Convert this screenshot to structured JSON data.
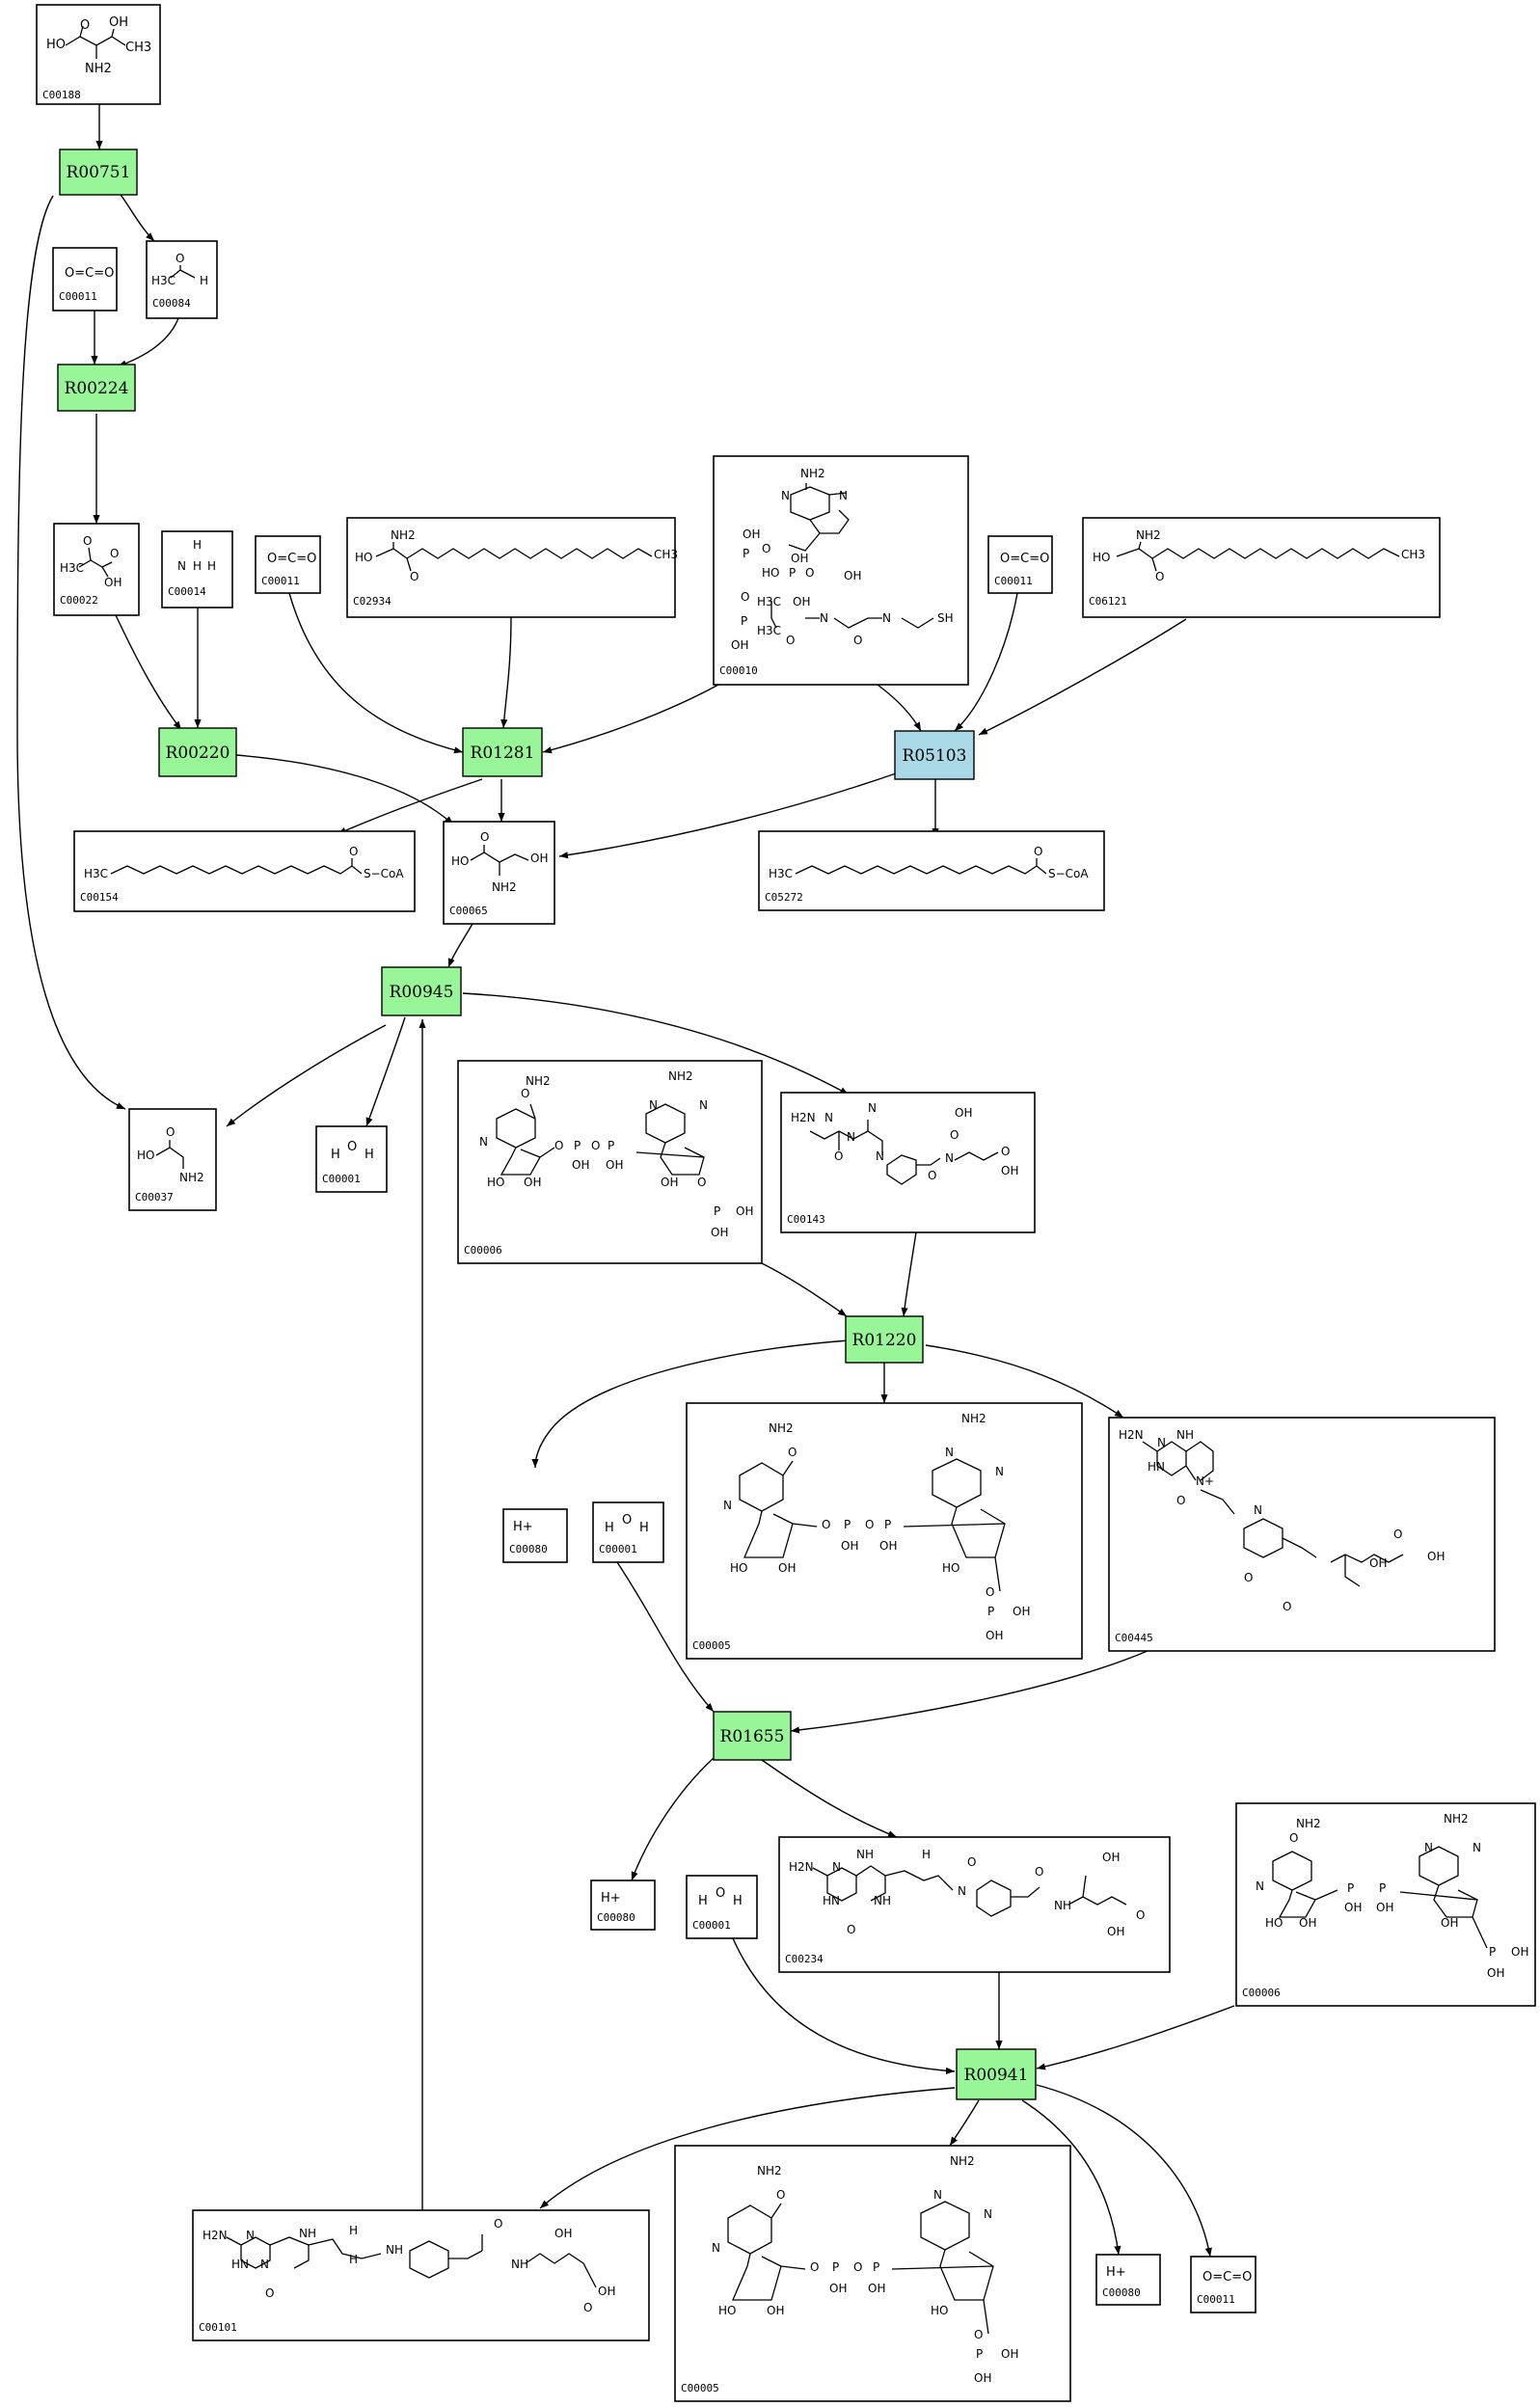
{
  "diagram": {
    "colors": {
      "reaction_default": "#98f698",
      "reaction_highlight": "#a9d8e6",
      "line": "#000000"
    },
    "reactions": {
      "R00751": {
        "label": "R00751",
        "color": "#98f698"
      },
      "R00224": {
        "label": "R00224",
        "color": "#98f698"
      },
      "R00220": {
        "label": "R00220",
        "color": "#98f698"
      },
      "R01281": {
        "label": "R01281",
        "color": "#98f698"
      },
      "R05103": {
        "label": "R05103",
        "color": "#a9d8e6"
      },
      "R00945": {
        "label": "R00945",
        "color": "#98f698"
      },
      "R01220": {
        "label": "R01220",
        "color": "#98f698"
      },
      "R01655": {
        "label": "R01655",
        "color": "#98f698"
      },
      "R00941": {
        "label": "R00941",
        "color": "#98f698"
      }
    },
    "compounds": {
      "C00188": {
        "id": "C00188",
        "formula": "HO-C(=O)-CH(NH2)-CH(OH)-CH3",
        "labels": [
          "HO",
          "O",
          "OH",
          "NH2",
          "CH3"
        ]
      },
      "C00011_a": {
        "id": "C00011",
        "labels": [
          "O=C=O"
        ]
      },
      "C00084": {
        "id": "C00084",
        "labels": [
          "H3C",
          "O",
          "H"
        ]
      },
      "C00022": {
        "id": "C00022",
        "labels": [
          "O",
          "H3C",
          "O",
          "OH"
        ]
      },
      "C00014": {
        "id": "C00014",
        "labels": [
          "H",
          "N",
          "H",
          "H"
        ]
      },
      "C00011_b": {
        "id": "C00011",
        "labels": [
          "O=C=O"
        ]
      },
      "C02934": {
        "id": "C02934",
        "labels": [
          "HO",
          "NH2",
          "O",
          "CH3"
        ]
      },
      "C00010": {
        "id": "C00010",
        "labels": [
          "NH2",
          "N",
          "N",
          "OH",
          "O",
          "P",
          "OH",
          "HO",
          "P",
          "O",
          "O",
          "P",
          "OH",
          "OH",
          "H3C",
          "OH",
          "H3C",
          "O",
          "N",
          "O",
          "N",
          "SH"
        ]
      },
      "C00011_c": {
        "id": "C00011",
        "labels": [
          "O=C=O"
        ]
      },
      "C06121": {
        "id": "C06121",
        "labels": [
          "HO",
          "NH2",
          "O",
          "CH3"
        ]
      },
      "C00154": {
        "id": "C00154",
        "labels": [
          "H3C",
          "O",
          "S−CoA"
        ]
      },
      "C00065": {
        "id": "C00065",
        "labels": [
          "HO",
          "O",
          "OH",
          "NH2"
        ]
      },
      "C05272": {
        "id": "C05272",
        "labels": [
          "H3C",
          "O",
          "S−CoA"
        ]
      },
      "C00037": {
        "id": "C00037",
        "labels": [
          "HO",
          "O",
          "NH2"
        ]
      },
      "C00001_a": {
        "id": "C00001",
        "labels": [
          "H",
          "O",
          "H"
        ]
      },
      "C00006_a": {
        "id": "C00006",
        "labels": [
          "O",
          "NH2",
          "N",
          "HO",
          "OH",
          "O",
          "P",
          "OH",
          "O",
          "P",
          "OH",
          "NH2",
          "N",
          "N",
          "OH",
          "O",
          "P",
          "OH",
          "OH"
        ]
      },
      "C00143": {
        "id": "C00143",
        "labels": [
          "H2N",
          "N",
          "N",
          "N",
          "O",
          "N",
          "O",
          "OH",
          "OH",
          "N",
          "O",
          "O"
        ]
      },
      "C00080_a": {
        "id": "C00080",
        "labels": [
          "H+"
        ]
      },
      "C00001_b": {
        "id": "C00001",
        "labels": [
          "H",
          "O",
          "H"
        ]
      },
      "C00005_a": {
        "id": "C00005",
        "labels": [
          "NH2",
          "O",
          "N",
          "HO",
          "OH",
          "O",
          "P",
          "OH",
          "O",
          "P",
          "OH",
          "NH2",
          "N",
          "N",
          "HO",
          "O",
          "P",
          "OH",
          "OH"
        ]
      },
      "C00445": {
        "id": "C00445",
        "labels": [
          "H2N",
          "N",
          "NH",
          "HN",
          "N+",
          "O",
          "N",
          "O",
          "OH",
          "O",
          "OH",
          "O"
        ]
      },
      "C00080_b": {
        "id": "C00080",
        "labels": [
          "H+"
        ]
      },
      "C00001_c": {
        "id": "C00001",
        "labels": [
          "H",
          "O",
          "H"
        ]
      },
      "C00234": {
        "id": "C00234",
        "labels": [
          "H2N",
          "N",
          "NH",
          "HN",
          "NH",
          "H",
          "N",
          "O",
          "O",
          "OH",
          "OH",
          "O",
          "NH",
          "O"
        ]
      },
      "C00006_b": {
        "id": "C00006",
        "labels": [
          "O",
          "NH2",
          "N",
          "HO",
          "OH",
          "P",
          "OH",
          "P",
          "OH",
          "NH2",
          "N",
          "N",
          "OH",
          "P",
          "OH",
          "OH"
        ]
      },
      "C00101": {
        "id": "C00101",
        "labels": [
          "H2N",
          "N",
          "NH",
          "H",
          "HN",
          "N",
          "H",
          "NH",
          "O",
          "O",
          "OH",
          "NH",
          "OH",
          "O"
        ]
      },
      "C00005_b": {
        "id": "C00005",
        "labels": [
          "NH2",
          "O",
          "N",
          "HO",
          "OH",
          "O",
          "P",
          "OH",
          "O",
          "P",
          "OH",
          "NH2",
          "N",
          "N",
          "HO",
          "O",
          "P",
          "OH",
          "OH"
        ]
      },
      "C00080_c": {
        "id": "C00080",
        "labels": [
          "H+"
        ]
      },
      "C00011_d": {
        "id": "C00011",
        "labels": [
          "O=C=O"
        ]
      }
    }
  }
}
